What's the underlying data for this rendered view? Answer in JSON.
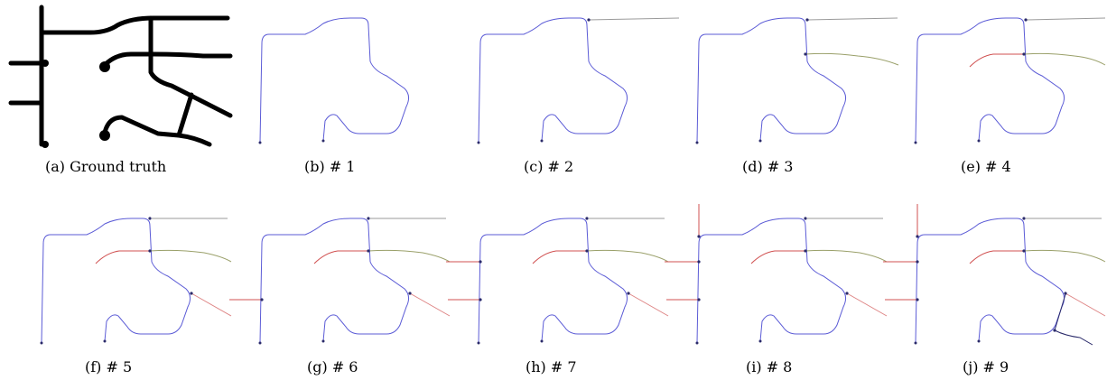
{
  "figure": {
    "panels": [
      {
        "id": "a",
        "caption": "(a) Ground truth",
        "kind": "ground-truth"
      },
      {
        "id": "b",
        "caption": "(b) # 1",
        "step": 1
      },
      {
        "id": "c",
        "caption": "(c) # 2",
        "step": 2
      },
      {
        "id": "d",
        "caption": "(d) # 3",
        "step": 3
      },
      {
        "id": "e",
        "caption": "(e) # 4",
        "step": 4
      },
      {
        "id": "f",
        "caption": "(f) # 5",
        "step": 5
      },
      {
        "id": "g",
        "caption": "(g) # 6",
        "step": 6
      },
      {
        "id": "h",
        "caption": "(h) # 7",
        "step": 7
      },
      {
        "id": "i",
        "caption": "(i) # 8",
        "step": 8
      },
      {
        "id": "j",
        "caption": "(j) # 9",
        "step": 9
      }
    ],
    "colors": {
      "ground_truth": "#000000",
      "blue_path": "#5b5bd6",
      "gray_path": "#9a9a9a",
      "olive_path": "#9aa06a",
      "red_path": "#d05050",
      "node": "#2a2a6a"
    }
  }
}
